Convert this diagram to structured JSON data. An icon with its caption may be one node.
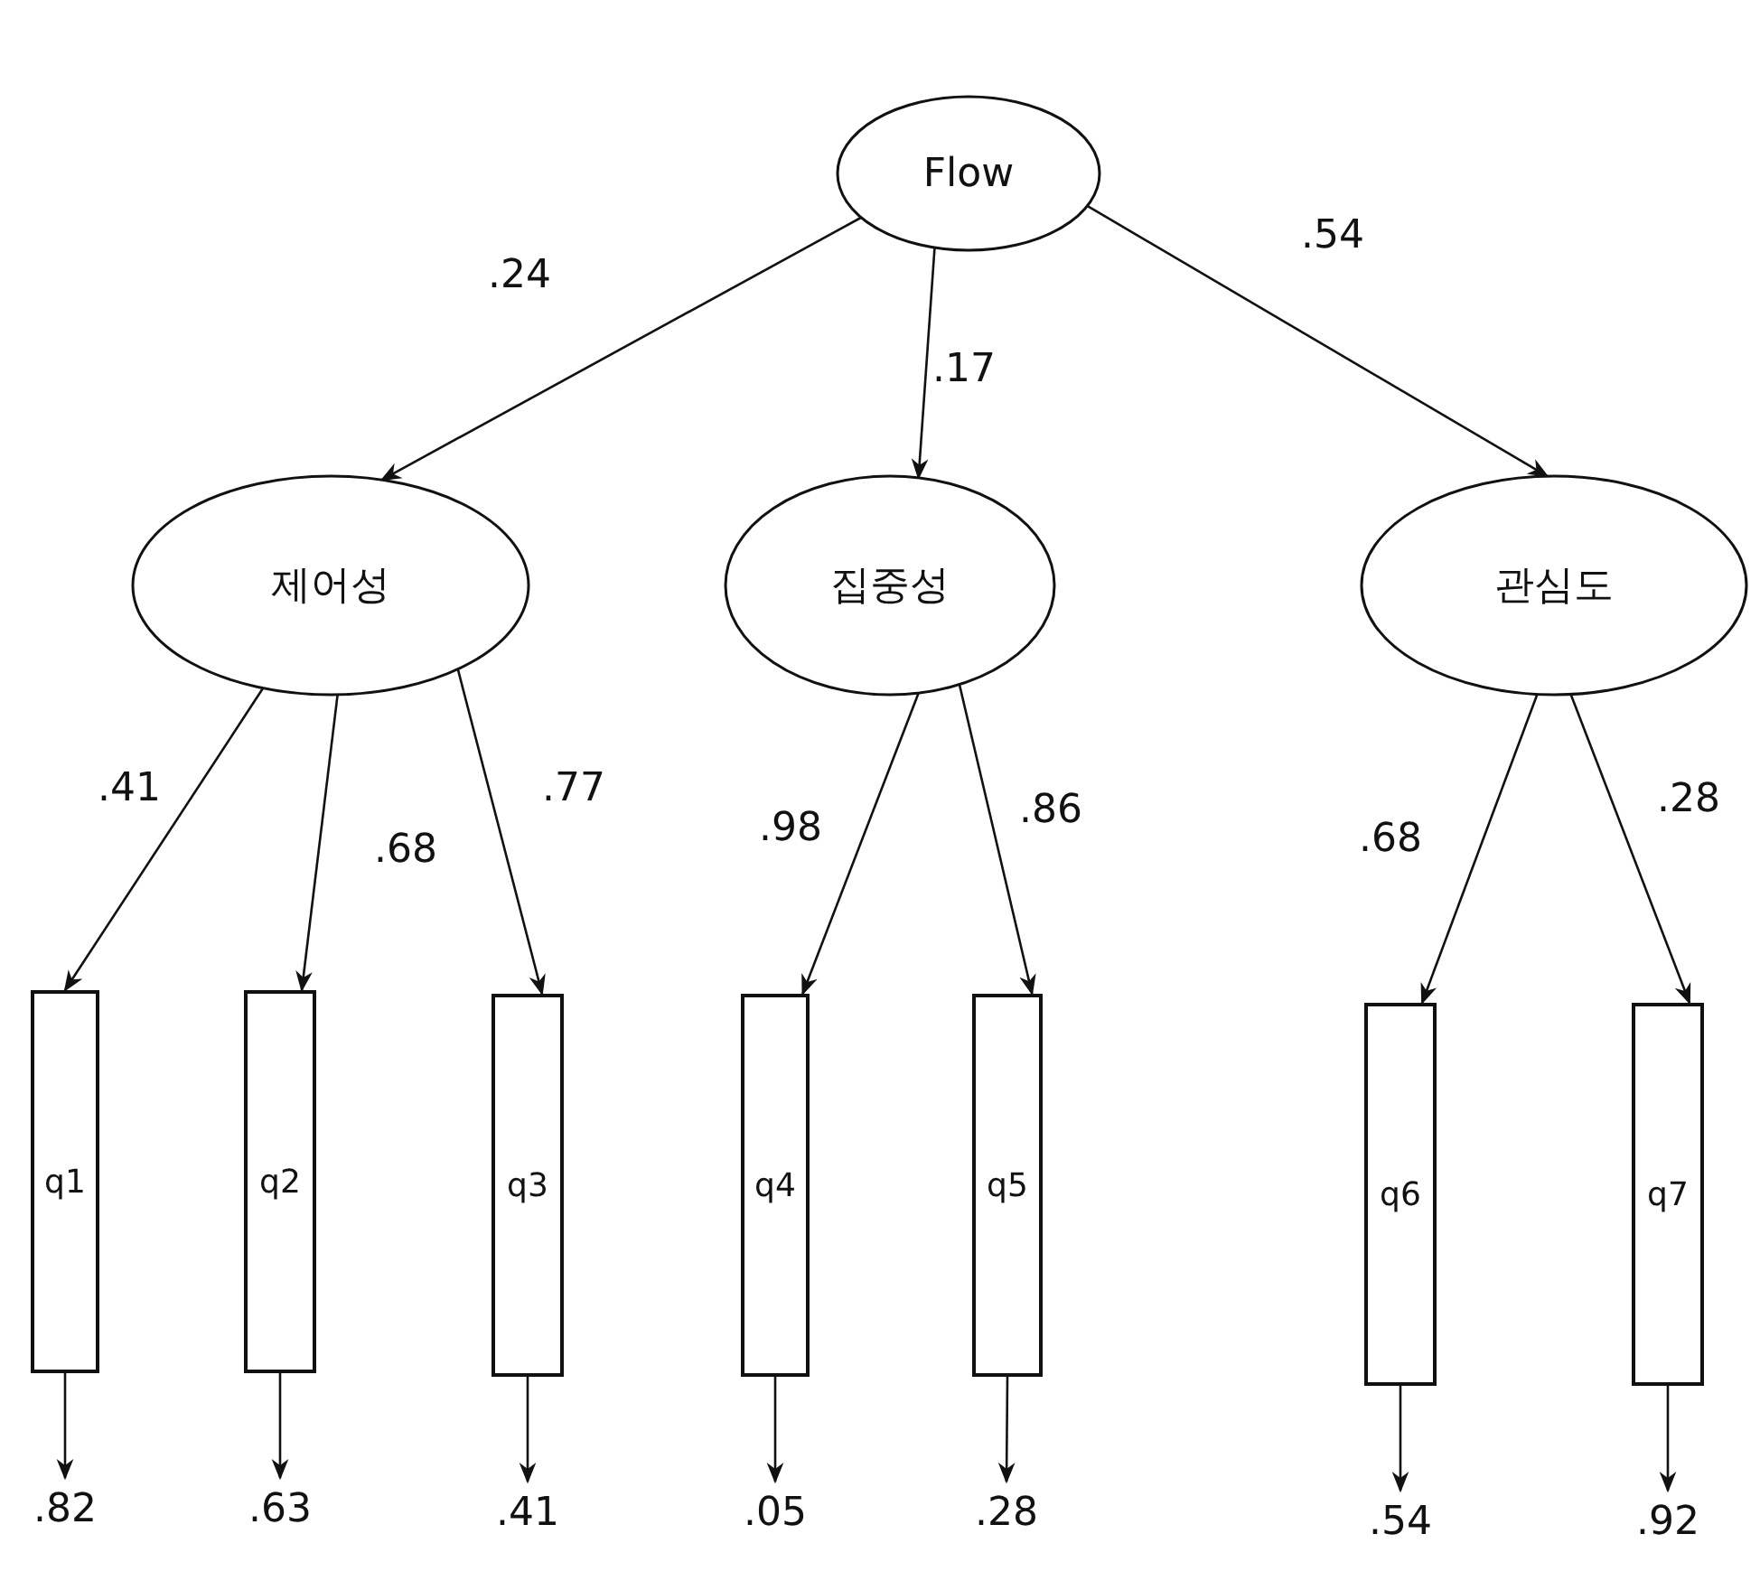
{
  "diagram": {
    "nodes": [
      {
        "text": [
          "Flow"
        ]
      },
      {
        "text": [
          "제어성"
        ]
      },
      {
        "text": [
          "집중성"
        ]
      },
      {
        "text": [
          "관심도"
        ]
      },
      {
        "text": [
          "q1"
        ]
      },
      {
        "text": [
          "q2"
        ]
      },
      {
        "text": [
          "q3"
        ]
      },
      {
        "text": [
          "q4"
        ]
      },
      {
        "text": [
          "q5"
        ]
      },
      {
        "text": [
          "q6"
        ]
      },
      {
        "text": [
          "q7"
        ]
      },
      {
        "text": [
          ".82"
        ]
      },
      {
        "text": [
          ".63"
        ]
      },
      {
        "text": [
          ".41"
        ]
      },
      {
        "text": [
          ".05"
        ]
      },
      {
        "text": [
          ".28"
        ]
      },
      {
        "text": [
          ".54"
        ]
      },
      {
        "text": [
          ".92"
        ]
      }
    ],
    "edges": [
      {
        "from": 0,
        "to": 1,
        "arrow": "to",
        "label": ".24"
      },
      {
        "from": 0,
        "to": 2,
        "arrow": "to",
        "label": ".17"
      },
      {
        "from": 0,
        "to": 3,
        "arrow": "to",
        "label": ".54"
      },
      {
        "from": 1,
        "to": 4,
        "arrow": "to",
        "label": ".41"
      },
      {
        "from": 1,
        "to": 5,
        "arrow": "to",
        "label": ".68"
      },
      {
        "from": 1,
        "to": 6,
        "arrow": "to",
        "label": ".77"
      },
      {
        "from": 2,
        "to": 7,
        "arrow": "to",
        "label": ".98"
      },
      {
        "from": 2,
        "to": 8,
        "arrow": "to",
        "label": ".86"
      },
      {
        "from": 3,
        "to": 9,
        "arrow": "to",
        "label": ".68"
      },
      {
        "from": 3,
        "to": 10,
        "arrow": "to",
        "label": ".28"
      },
      {
        "from": 4,
        "to": 11,
        "arrow": "to"
      },
      {
        "from": 5,
        "to": 12,
        "arrow": "to"
      },
      {
        "from": 6,
        "to": 13,
        "arrow": "to"
      },
      {
        "from": 7,
        "to": 14,
        "arrow": "to"
      },
      {
        "from": 8,
        "to": 15,
        "arrow": "to"
      },
      {
        "from": 9,
        "to": 16,
        "arrow": "to"
      },
      {
        "from": 10,
        "to": 17,
        "arrow": "to"
      }
    ]
  }
}
